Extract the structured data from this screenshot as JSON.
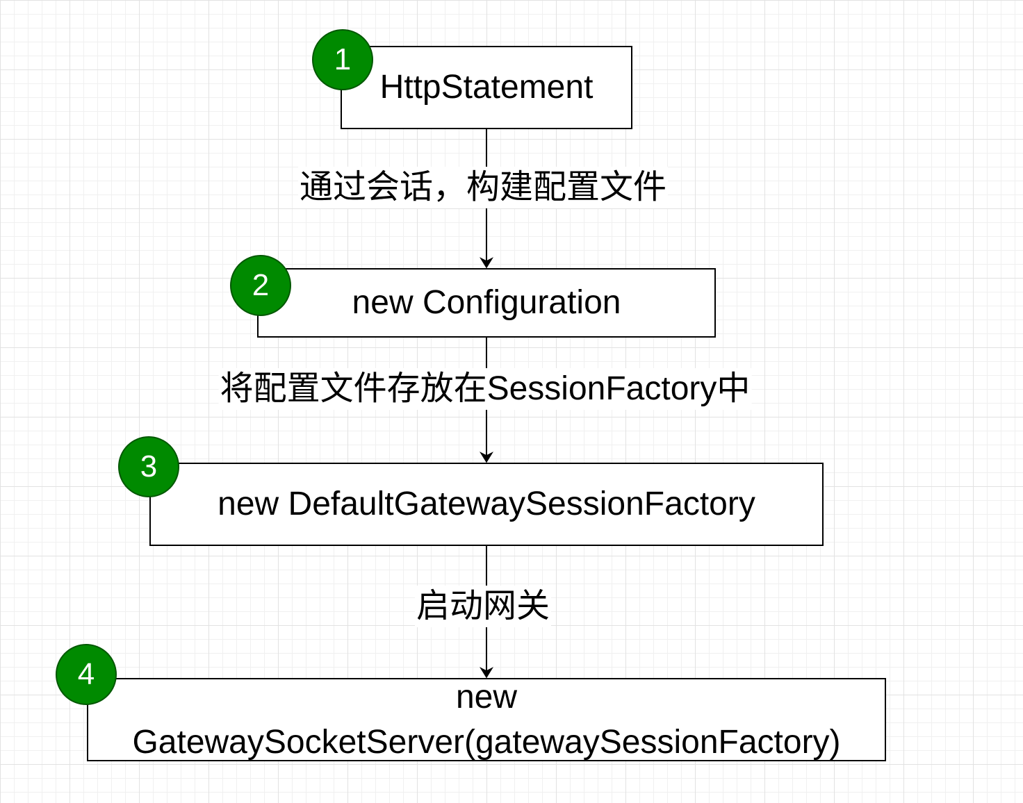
{
  "steps": [
    {
      "badge": "1",
      "label": "HttpStatement"
    },
    {
      "badge": "2",
      "label": "new Configuration"
    },
    {
      "badge": "3",
      "label": "new DefaultGatewaySessionFactory"
    },
    {
      "badge": "4",
      "label_lines": [
        "new",
        "GatewaySocketServer(gatewaySessionFactory)"
      ]
    }
  ],
  "edges": [
    {
      "from": "1",
      "to": "2",
      "label": "通过会话，构建配置文件"
    },
    {
      "from": "2",
      "to": "3",
      "label": "将配置文件存放在SessionFactory中"
    },
    {
      "from": "3",
      "to": "4",
      "label": "启动网关"
    }
  ],
  "colors": {
    "badge_fill": "#008a00",
    "badge_stroke": "#005700",
    "badge_text": "#ffffff",
    "box_stroke": "#000000",
    "edge": "#000000",
    "canvas": "#ffffff",
    "grid_minor": "#f0f0f0",
    "grid_major": "#e2e2e2"
  }
}
